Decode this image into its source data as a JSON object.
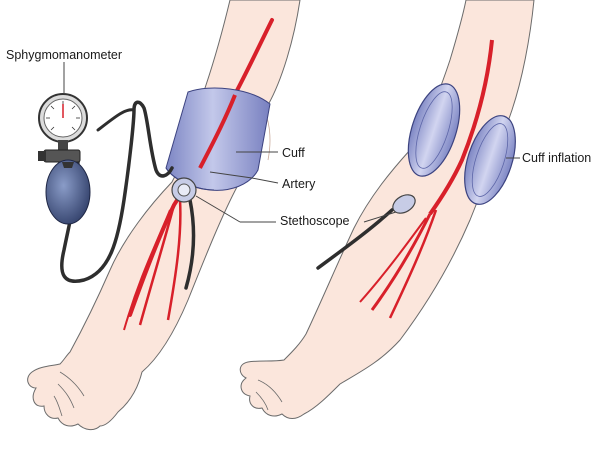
{
  "labels": {
    "sphygmomanometer": "Sphygmomanometer",
    "cuff": "Cuff",
    "artery": "Artery",
    "stethoscope": "Stethoscope",
    "cuff_inflation": "Cuff inflation"
  },
  "colors": {
    "skin": "#fbe6dc",
    "skin_outline": "#6b6b6b",
    "artery": "#d8202a",
    "cuff": "#8f97d0",
    "cuff_dark": "#6a72b4",
    "tube": "#333333",
    "bulb": "#4a5a8a"
  }
}
